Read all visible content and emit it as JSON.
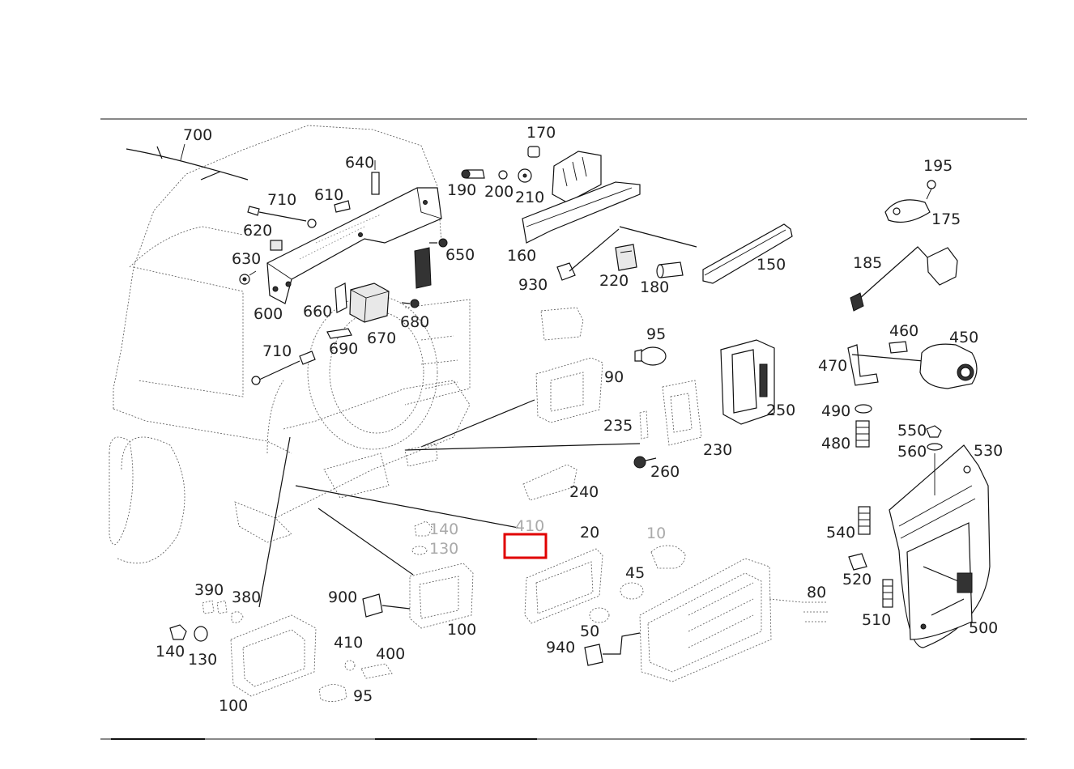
{
  "colors": {
    "line": "#111111",
    "highlight": "#e00000",
    "background": "#ffffff"
  },
  "labels": {
    "p700": "700",
    "p640": "640",
    "p710a": "710",
    "p610": "610",
    "p620": "620",
    "p630": "630",
    "p650": "650",
    "p600": "600",
    "p660": "660",
    "p670": "670",
    "p680": "680",
    "p690": "690",
    "p710b": "710",
    "p170": "170",
    "p190": "190",
    "p200": "200",
    "p210": "210",
    "p160": "160",
    "p930": "930",
    "p220": "220",
    "p180": "180",
    "p150": "150",
    "p195": "195",
    "p175": "175",
    "p185": "185",
    "p95a": "95",
    "p90": "90",
    "p250": "250",
    "p235": "235",
    "p230": "230",
    "p260": "260",
    "p240": "240",
    "p460": "460",
    "p450": "450",
    "p470": "470",
    "p490": "490",
    "p480": "480",
    "p550": "550",
    "p560": "560",
    "p530": "530",
    "p540": "540",
    "p520": "520",
    "p510": "510",
    "p500": "500",
    "p390": "390",
    "p380": "380",
    "p140a": "140",
    "p130a": "130",
    "p140b": "140",
    "p130b": "130",
    "p900": "900",
    "p100a": "100",
    "p20": "20",
    "p10": "10",
    "p45": "45",
    "p80": "80",
    "p50": "50",
    "p940": "940",
    "p410": "410",
    "p400": "400",
    "p95b": "95",
    "p100b": "100",
    "p410c": "410"
  }
}
